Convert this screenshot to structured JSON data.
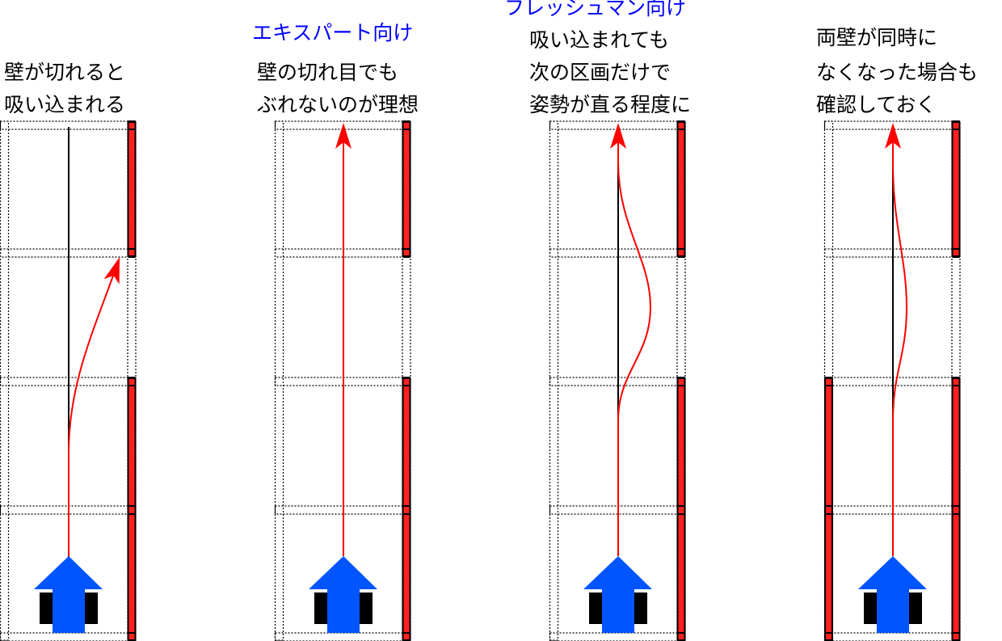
{
  "panels": [
    {
      "heading": "",
      "lines": [
        "壁が切れると",
        "吸い込まれる"
      ],
      "right_walls": [
        true,
        false,
        true,
        true
      ],
      "left_walls": [
        false,
        false,
        false,
        false
      ],
      "path": "sucked-in"
    },
    {
      "heading": "エキスパート向け",
      "lines": [
        "壁の切れ目でも",
        "ぶれないのが理想"
      ],
      "right_walls": [
        true,
        false,
        true,
        true
      ],
      "left_walls": [
        false,
        false,
        false,
        false
      ],
      "path": "straight"
    },
    {
      "heading": "フレッシュマン向け",
      "lines": [
        "吸い込まれても",
        "次の区画だけで",
        "姿勢が直る程度に"
      ],
      "right_walls": [
        true,
        false,
        true,
        true
      ],
      "left_walls": [
        false,
        false,
        false,
        false
      ],
      "path": "large-wobble"
    },
    {
      "heading": "",
      "lines": [
        "両壁が同時に",
        "なくなった場合も",
        "確認しておく"
      ],
      "right_walls": [
        true,
        false,
        true,
        true
      ],
      "left_walls": [
        false,
        false,
        true,
        true
      ],
      "path": "small-wobble"
    }
  ],
  "colors": {
    "path": "#ff0000",
    "robot": "#0055ff",
    "wall": "#ff2020",
    "heading": "#0000ff"
  }
}
